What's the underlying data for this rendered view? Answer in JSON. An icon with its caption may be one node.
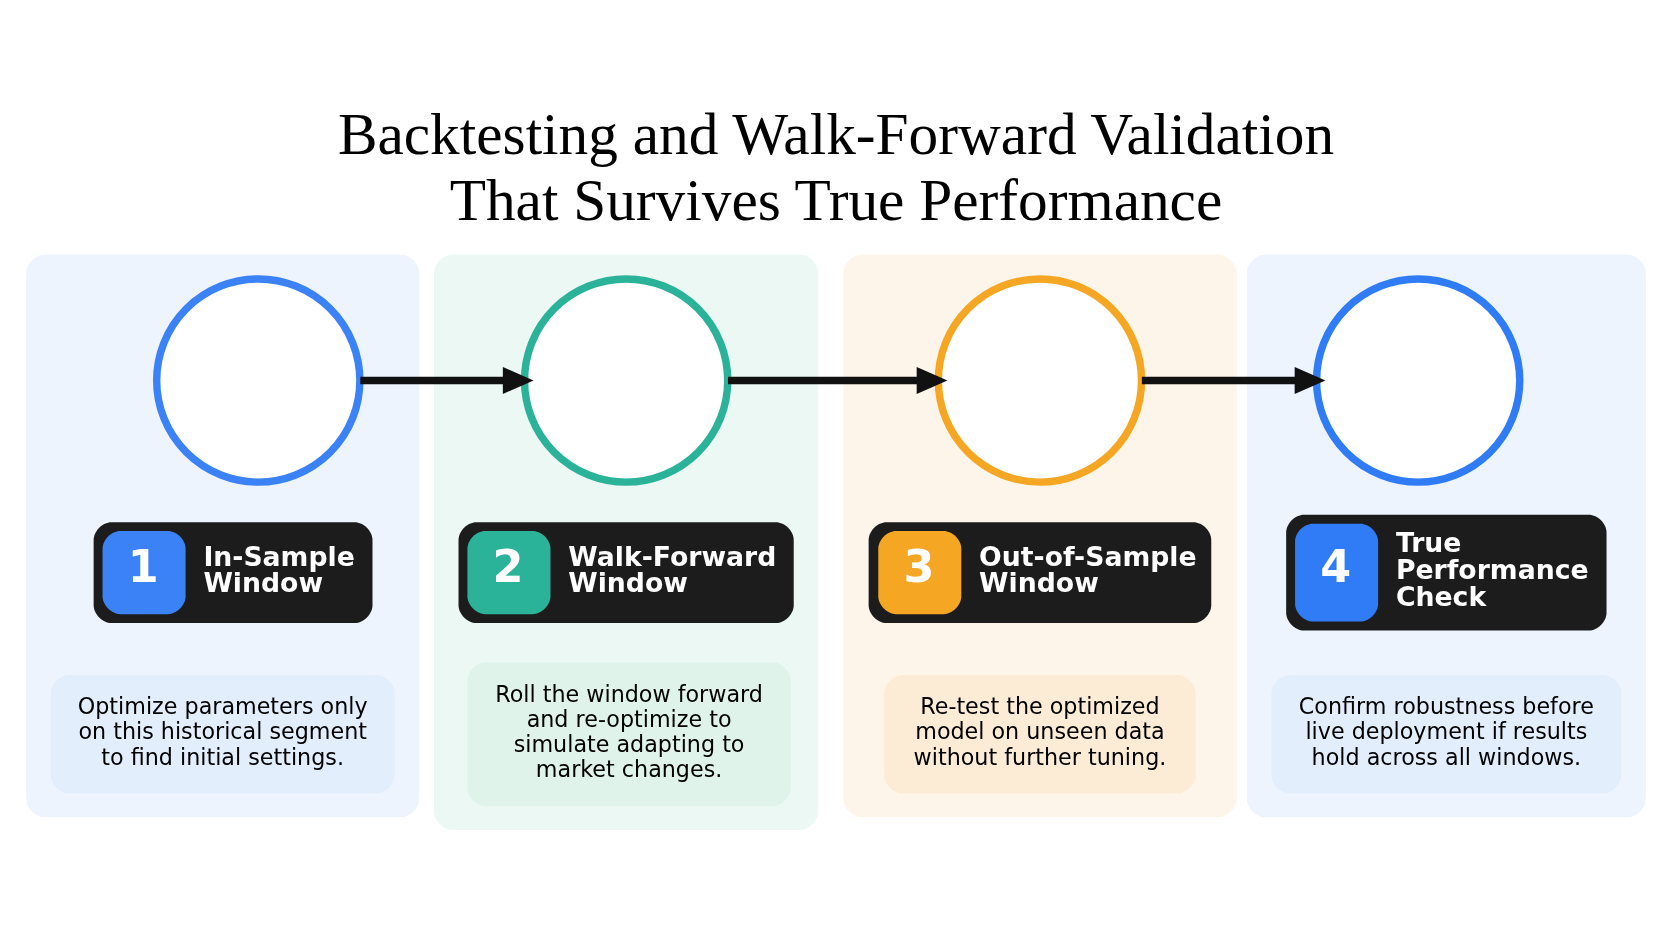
{
  "diagram": {
    "title": "Backtesting and Walk-Forward Validation That Survives True Performance",
    "nodes": [
      {
        "text": [],
        "shape": "box"
      },
      {
        "text": [],
        "shape": "circle",
        "in": 0
      },
      {
        "text": [
          "1",
          "In-Sample Window"
        ],
        "in": 0
      },
      {
        "text": [
          "Optimize parameters only on this historical segment to find initial settings."
        ],
        "in": 0
      },
      {
        "text": [],
        "shape": "box"
      },
      {
        "text": [],
        "shape": "circle",
        "in": 4
      },
      {
        "text": [
          "2",
          "Walk-Forward Window"
        ],
        "in": 4
      },
      {
        "text": [
          "Roll the window forward and re-optimize to simulate adapting to market changes."
        ],
        "in": 4
      },
      {
        "text": [],
        "shape": "box"
      },
      {
        "text": [],
        "shape": "circle",
        "in": 8
      },
      {
        "text": [
          "3",
          "Out-of-Sample Window"
        ],
        "in": 8
      },
      {
        "text": [
          "Re-test the optimized model on unseen data without further tuning."
        ],
        "in": 8
      },
      {
        "text": [],
        "shape": "box"
      },
      {
        "text": [],
        "shape": "circle",
        "in": 12
      },
      {
        "text": [
          "4",
          "True Performance Check"
        ],
        "in": 12
      },
      {
        "text": [
          "Confirm robustness before live deployment if results hold across all windows."
        ],
        "in": 12
      }
    ],
    "edges": [
      {
        "from": 1,
        "to": 5,
        "arrow": "to"
      },
      {
        "from": 5,
        "to": 9,
        "arrow": "to"
      },
      {
        "from": 9,
        "to": 13,
        "arrow": "to"
      }
    ]
  }
}
